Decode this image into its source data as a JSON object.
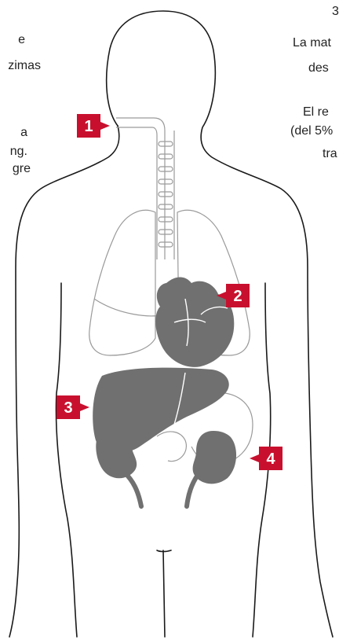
{
  "colors": {
    "marker": "#c8102e",
    "organ_fill": "#707070",
    "outline": "#1a1a1a",
    "thin_outline": "#9a9a9a",
    "text": "#222222"
  },
  "left_text": [
    "e",
    "zimas",
    "a",
    "ng.",
    "gre"
  ],
  "right_text": [
    "3",
    "La mat",
    "des",
    "El re",
    "(del 5%",
    "tra"
  ],
  "markers": [
    {
      "label": "1",
      "organ": "trachea"
    },
    {
      "label": "2",
      "organ": "heart"
    },
    {
      "label": "3",
      "organ": "liver"
    },
    {
      "label": "4",
      "organ": "kidney"
    }
  ],
  "icons": {
    "body": "human-body-outline",
    "lungs": "lungs-outline",
    "trachea": "trachea-outline",
    "heart": "heart-organ",
    "liver": "liver-organ",
    "kidneys": "kidney-organ",
    "stomach": "stomach-outline"
  }
}
